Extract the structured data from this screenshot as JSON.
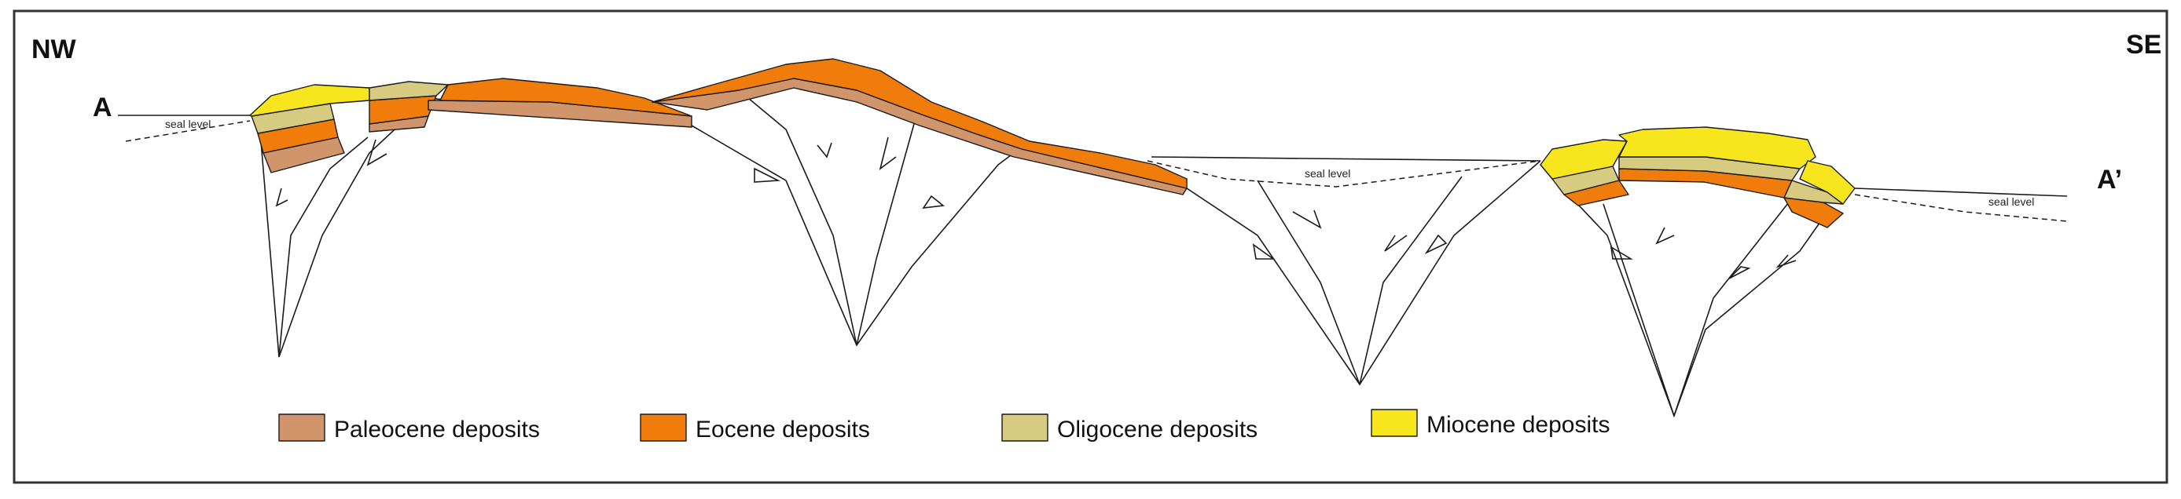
{
  "section": {
    "west_label": "NW",
    "east_label": "SE",
    "start_label": "A",
    "end_label": "A’",
    "sea_level_labels": [
      "seal level",
      "seal level",
      "seal level"
    ]
  },
  "legend": {
    "items": [
      {
        "label": "Paleocene deposits",
        "color": "#d0956a"
      },
      {
        "label": "Eocene deposits",
        "color": "#f07d0b"
      },
      {
        "label": "Oligocene deposits",
        "color": "#d6cb80"
      },
      {
        "label": "Miocene deposits",
        "color": "#f7e51e"
      }
    ]
  },
  "colors": {
    "paleocene": "#d0956a",
    "eocene": "#f07d0b",
    "oligocene": "#d6cb80",
    "miocene": "#f7e51e",
    "frame": "#333333"
  }
}
